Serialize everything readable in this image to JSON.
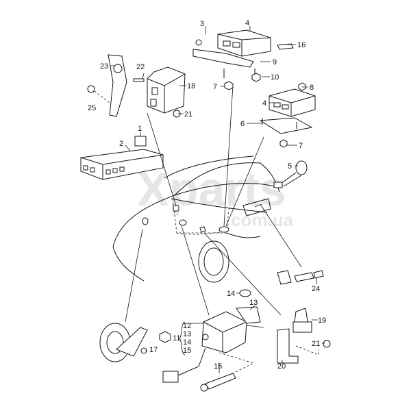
{
  "diagram": {
    "watermark": {
      "brand": "Xparts",
      "domain": ".com.ua"
    },
    "callouts": {
      "c3": "3",
      "c4a": "4",
      "c16": "16",
      "c9": "9",
      "c10": "10",
      "c7a": "7",
      "c8": "8",
      "c4b": "4",
      "c6": "6",
      "c7b": "7",
      "c23": "23",
      "c22": "22",
      "c18": "18",
      "c25": "25",
      "c21a": "21",
      "c1": "1",
      "c2": "2",
      "c5": "5",
      "c24": "24",
      "c14a": "14",
      "c13a": "13",
      "c11": "11",
      "c12": "12",
      "c13b": "13",
      "c14b": "14",
      "c15a": "15",
      "c19": "19",
      "c21b": "21",
      "c20": "20",
      "c17": "17",
      "c15b": "15"
    }
  }
}
